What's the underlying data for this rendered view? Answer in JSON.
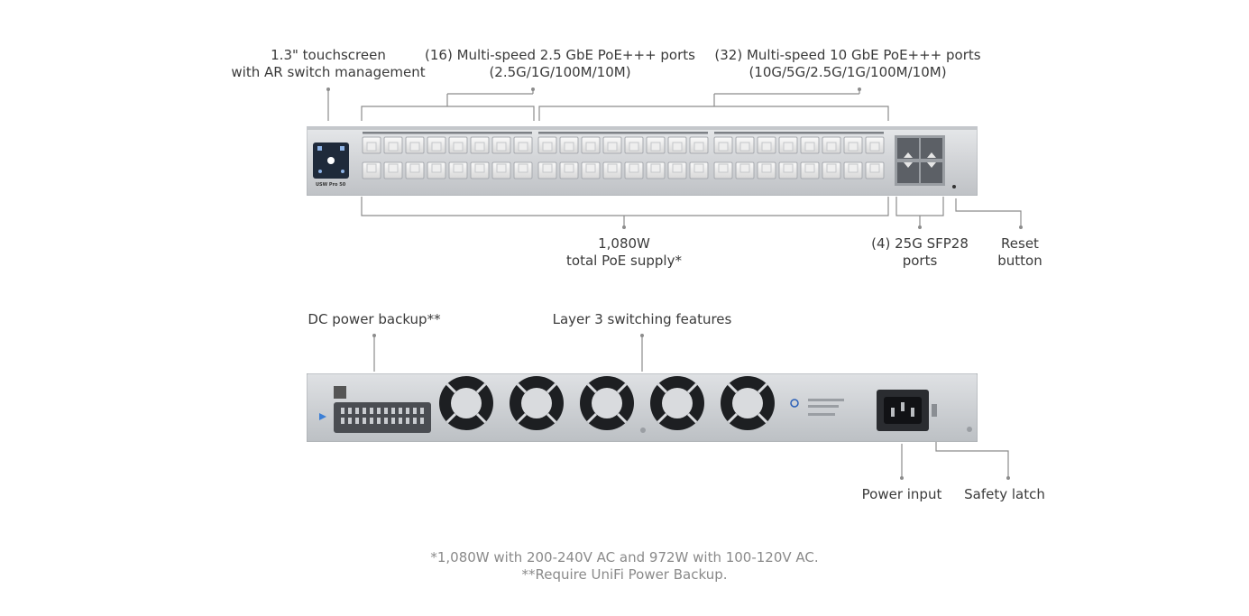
{
  "callouts": {
    "touchscreen": [
      "1.3\" touchscreen",
      "with AR switch management"
    ],
    "ports_25g": [
      "(16) Multi-speed 2.5 GbE PoE+++ ports",
      "(2.5G/1G/100M/10M)"
    ],
    "ports_10g": [
      "(32) Multi-speed 10 GbE PoE+++ ports",
      "(10G/5G/2.5G/1G/100M/10M)"
    ],
    "poe_supply": [
      "1,080W",
      "total PoE supply*"
    ],
    "sfp": [
      "(4) 25G SFP28",
      "ports"
    ],
    "reset": [
      "Reset",
      "button"
    ],
    "dc_backup": "DC power backup**",
    "layer3": "Layer 3 switching features",
    "power_input": "Power input",
    "safety_latch": "Safety latch"
  },
  "device": {
    "model_label": "USW Pro 50",
    "front_color": "#d3d5d8",
    "rear_color": "#c9cbcf",
    "screen_color": "#1f2a3a",
    "fan_count": 5
  },
  "footnotes": [
    "*1,080W with 200-240V AC and 972W with 100-120V AC.",
    "**Require UniFi Power Backup."
  ]
}
